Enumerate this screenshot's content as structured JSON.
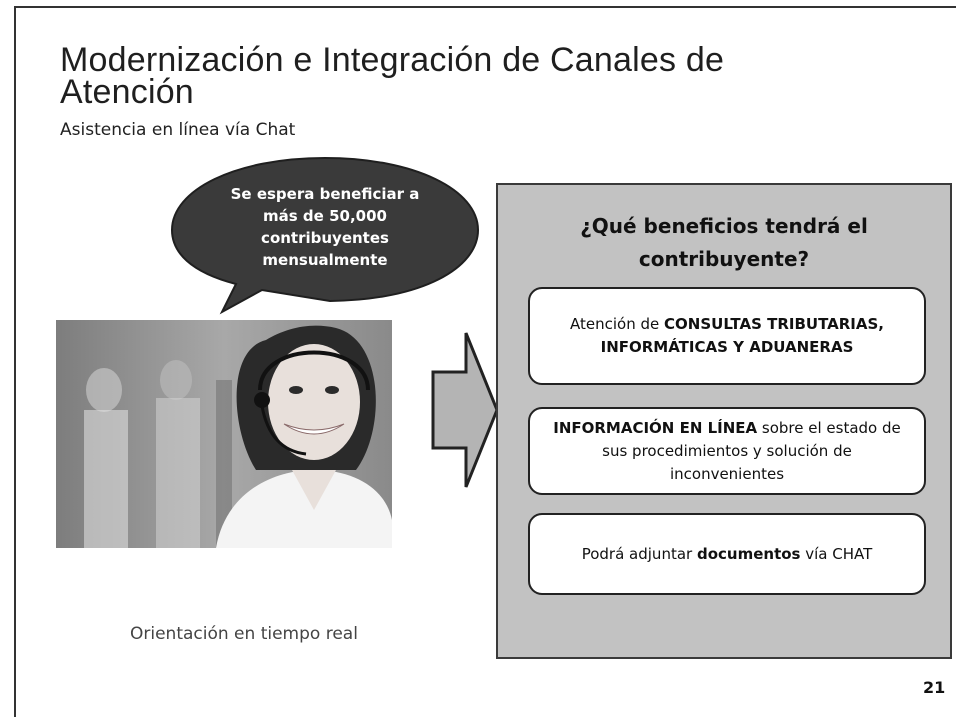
{
  "slide": {
    "title": "Modernización e Integración de Canales de Atención",
    "subtitle": "Asistencia en línea vía Chat",
    "page_number": "21"
  },
  "bubble": {
    "text": "Se espera beneficiar a más de 50,000 contribuyentes mensualmente"
  },
  "photo": {
    "caption": "Orientación en tiempo real"
  },
  "panel": {
    "title": "¿Qué beneficios tendrá el contribuyente?",
    "benefits": [
      {
        "pre": "Atención de ",
        "bold": "CONSULTAS TRIBUTARIAS, INFORMÁTICAS Y ADUANERAS",
        "post": ""
      },
      {
        "pre": "",
        "bold": "INFORMACIÓN EN LÍNEA",
        "post": " sobre el estado de sus procedimientos y solución de inconvenientes"
      },
      {
        "pre": "Podrá adjuntar ",
        "bold": "documentos",
        "post": " vía CHAT"
      }
    ]
  },
  "colors": {
    "bubble_fill": "#3a3a3a",
    "panel_fill": "#c2c2c2",
    "arrow_fill": "#b4b4b4"
  }
}
